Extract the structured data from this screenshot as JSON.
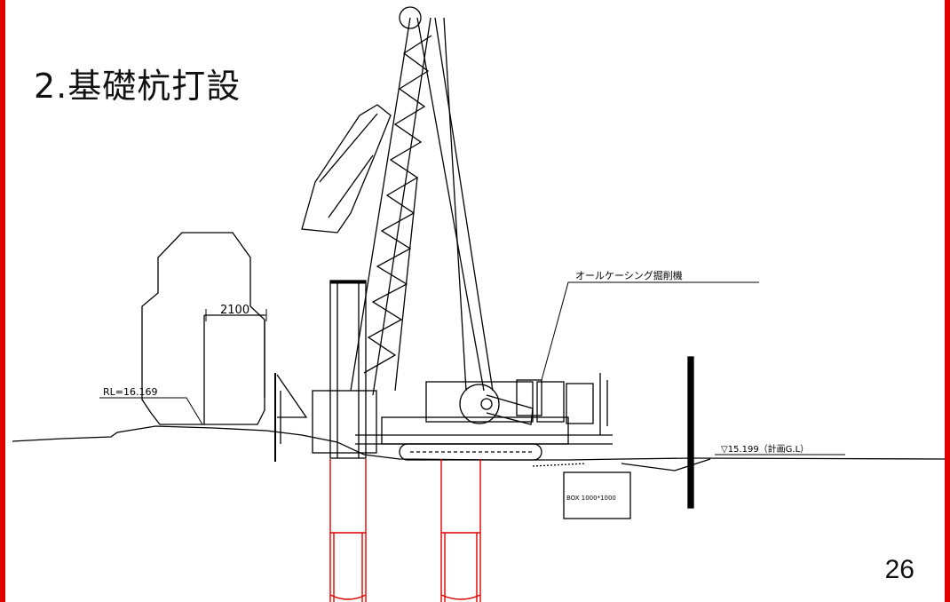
{
  "slide": {
    "title": "2.基礎杭打設",
    "page_number": "26",
    "frame_color": "#e00000"
  },
  "diagram": {
    "dimension_label": "2100",
    "rl_label": "RL=16.169",
    "machine_label": "オールケーシング掘削機",
    "gl_label": "▽15.199（計画G.L）",
    "box_label": "BOX 1000*1000",
    "pile_color": "#e00000"
  }
}
